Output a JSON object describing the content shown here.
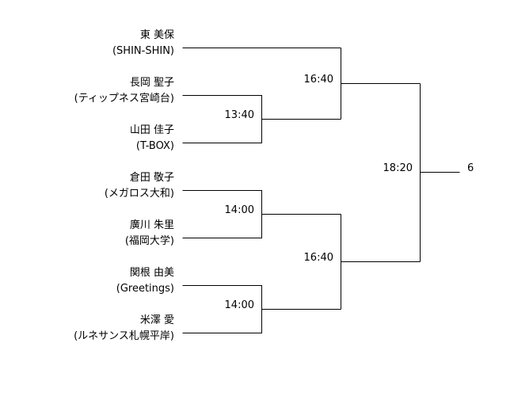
{
  "players": [
    {
      "name": "東 美保",
      "team": "(SHIN-SHIN)"
    },
    {
      "name": "長岡 聖子",
      "team": "(ティップネス宮崎台)"
    },
    {
      "name": "山田 佳子",
      "team": "(T-BOX)"
    },
    {
      "name": "倉田 敬子",
      "team": "(メガロス大和)"
    },
    {
      "name": "廣川 朱里",
      "team": "(福岡大学)"
    },
    {
      "name": "関根 由美",
      "team": "(Greetings)"
    },
    {
      "name": "米澤 愛",
      "team": "(ルネサンス札幌平岸)"
    }
  ],
  "matches": {
    "r1_top": "13:40",
    "r1_mid": "14:00",
    "r1_bottom": "14:00",
    "semi_top": "16:40",
    "semi_bottom": "16:40",
    "final": "18:20"
  },
  "final_result": "6",
  "colors": {
    "line": "#000000",
    "text": "#000000",
    "background": "#ffffff"
  }
}
